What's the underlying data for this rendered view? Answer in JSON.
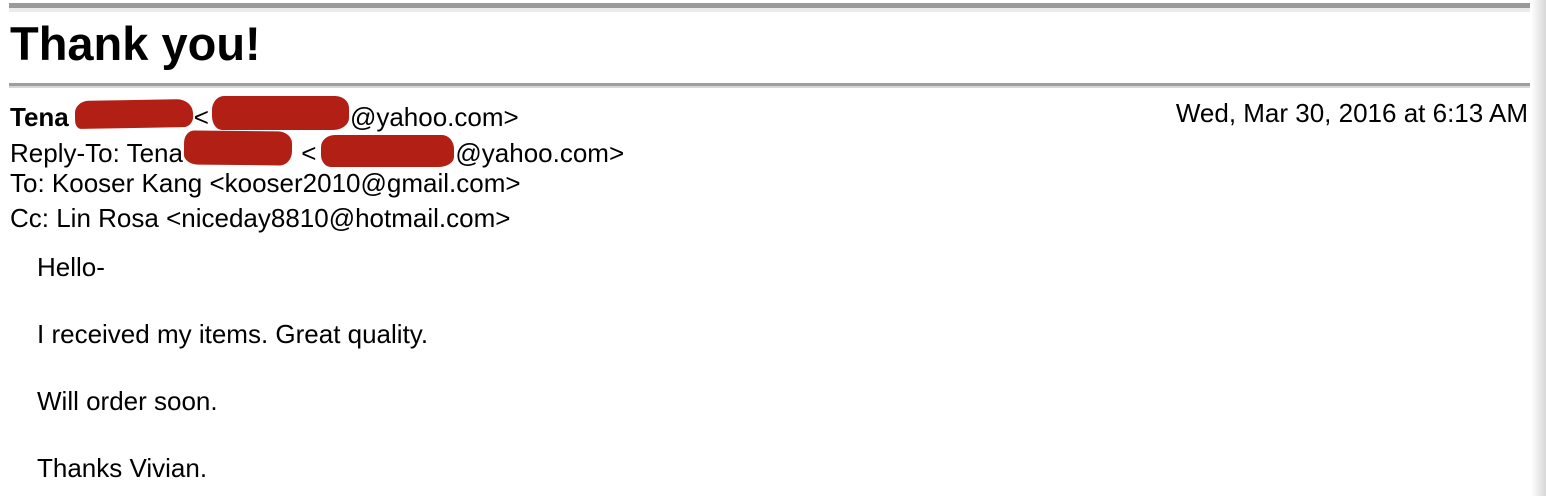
{
  "email": {
    "subject": "Thank you!",
    "from": {
      "name": "Tena",
      "angle_open": "<",
      "address_suffix": "@yahoo.com>"
    },
    "date": "Wed, Mar 30, 2016 at 6:13 AM",
    "reply_to": {
      "label": "Reply-To: Tena",
      "angle_open": "<",
      "address_suffix": "@yahoo.com>"
    },
    "to": "To: Kooser Kang <kooser2010@gmail.com>",
    "cc": "Cc: Lin Rosa <niceday8810@hotmail.com>",
    "redaction_color": "#b21f14",
    "body": {
      "paragraphs": [
        "Hello-",
        "I received my items. Great quality.",
        "Will order soon.",
        "Thanks Vivian."
      ]
    }
  }
}
